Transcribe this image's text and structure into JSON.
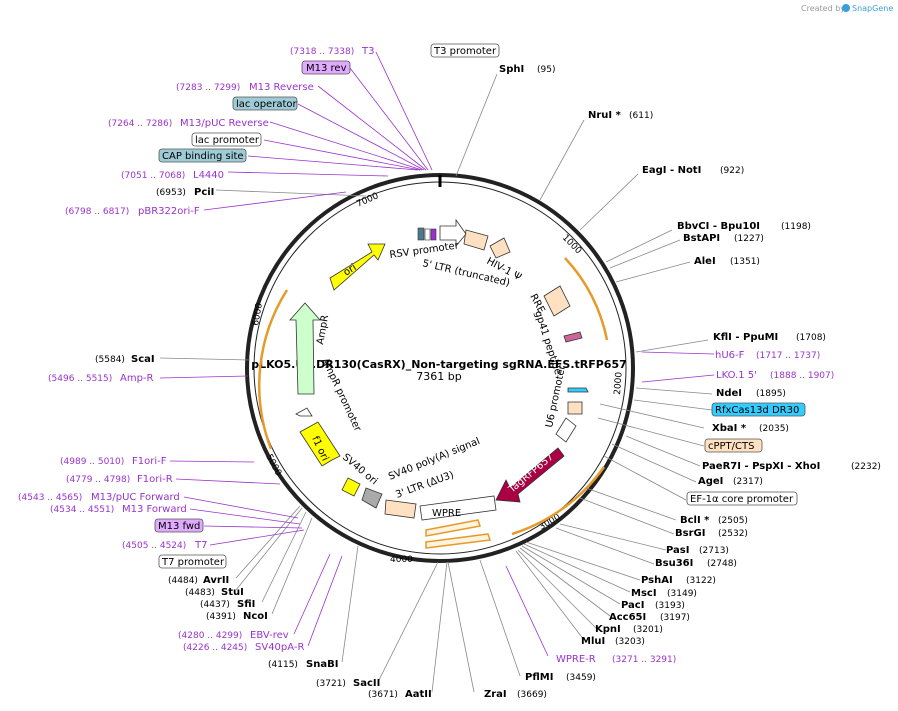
{
  "header": {
    "credit_text": "Created by",
    "brand": "SnapGene"
  },
  "plasmid": {
    "name": "pLKO5.U6.DR130(CasRX)_Non-targeting sgRNA.EFS.tRFP657",
    "length": "7361 bp"
  },
  "ticks": [
    "1000",
    "2000",
    "3000",
    "4000",
    "5000",
    "6000",
    "7000"
  ],
  "enzymes": [
    {
      "name": "SphI",
      "pos": "(95)"
    },
    {
      "name": "NruI *",
      "pos": "(611)"
    },
    {
      "name": "EagI  - NotI",
      "pos": "(922)"
    },
    {
      "name": "BbvCI  - Bpu10I",
      "pos": "(1198)"
    },
    {
      "name": "BstAPI",
      "pos": "(1227)"
    },
    {
      "name": "AleI",
      "pos": "(1351)"
    },
    {
      "name": "KflI  - PpuMI",
      "pos": "(1708)"
    },
    {
      "name": "NdeI",
      "pos": "(1895)"
    },
    {
      "name": "XbaI *",
      "pos": "(2035)"
    },
    {
      "name": "PaeR7I  - PspXI  - XhoI",
      "pos": "(2232)"
    },
    {
      "name": "AgeI",
      "pos": "(2317)"
    },
    {
      "name": "BclI *",
      "pos": "(2505)"
    },
    {
      "name": "BsrGI",
      "pos": "(2532)"
    },
    {
      "name": "PasI",
      "pos": "(2713)"
    },
    {
      "name": "Bsu36I",
      "pos": "(2748)"
    },
    {
      "name": "PshAI",
      "pos": "(3122)"
    },
    {
      "name": "MscI",
      "pos": "(3149)"
    },
    {
      "name": "PacI",
      "pos": "(3193)"
    },
    {
      "name": "Acc65I",
      "pos": "(3197)"
    },
    {
      "name": "KpnI",
      "pos": "(3201)"
    },
    {
      "name": "MluI",
      "pos": "(3203)"
    },
    {
      "name": "PflMI",
      "pos": "(3459)"
    },
    {
      "name": "ZraI",
      "pos": "(3669)"
    },
    {
      "name": "AatII",
      "pos": "(3671)"
    },
    {
      "name": "SacII",
      "pos": "(3721)"
    },
    {
      "name": "SnaBI",
      "pos": "(4115)"
    },
    {
      "name": "NcoI",
      "pos": "(4391)"
    },
    {
      "name": "SfiI",
      "pos": "(4437)"
    },
    {
      "name": "StuI",
      "pos": "(4483)"
    },
    {
      "name": "AvrII",
      "pos": "(4484)"
    },
    {
      "name": "ScaI",
      "pos": "(5584)"
    },
    {
      "name": "PciI",
      "pos": "(6953)"
    }
  ],
  "primers": [
    {
      "name": "T3",
      "pos": "(7318 .. 7338)"
    },
    {
      "name": "M13 Reverse",
      "pos": "(7283 .. 7299)"
    },
    {
      "name": "M13/pUC Reverse",
      "pos": "(7264 .. 7286)"
    },
    {
      "name": "L4440",
      "pos": "(7051 .. 7068)"
    },
    {
      "name": "pBR322ori-F",
      "pos": "(6798 .. 6817)"
    },
    {
      "name": "hU6-F",
      "pos": "(1717 .. 1737)"
    },
    {
      "name": "LKO.1 5'",
      "pos": "(1888 .. 1907)"
    },
    {
      "name": "Amp-R",
      "pos": "(5496 .. 5515)"
    },
    {
      "name": "F1ori-F",
      "pos": "(4989 .. 5010)"
    },
    {
      "name": "F1ori-R",
      "pos": "(4779 .. 4798)"
    },
    {
      "name": "M13/pUC Forward",
      "pos": "(4543 .. 4565)"
    },
    {
      "name": "M13 Forward",
      "pos": "(4534 .. 4551)"
    },
    {
      "name": "T7",
      "pos": "(4505 .. 4524)"
    },
    {
      "name": "EBV-rev",
      "pos": "(4280 .. 4299)"
    },
    {
      "name": "SV40pA-R",
      "pos": "(4226 .. 4245)"
    },
    {
      "name": "WPRE-R",
      "pos": "(3271 .. 3291)"
    }
  ],
  "boxes": [
    {
      "label": "T3 promoter"
    },
    {
      "label": "M13 rev"
    },
    {
      "label": "lac operator"
    },
    {
      "label": "lac promoter"
    },
    {
      "label": "CAP binding site"
    },
    {
      "label": "RfxCas13d DR30"
    },
    {
      "label": "cPPT/CTS"
    },
    {
      "label": "EF-1α core promoter"
    },
    {
      "label": "M13 fwd"
    },
    {
      "label": "T7 promoter"
    }
  ],
  "features": [
    {
      "label": "RSV promoter"
    },
    {
      "label": "5' LTR (truncated)"
    },
    {
      "label": "HIV-1 Ψ"
    },
    {
      "label": "RRE"
    },
    {
      "label": "gp41 peptide"
    },
    {
      "label": "U6 promoter"
    },
    {
      "label": "TagRFP657"
    },
    {
      "label": "WPRE"
    },
    {
      "label": "3' LTR (ΔU3)"
    },
    {
      "label": "SV40 poly(A) signal"
    },
    {
      "label": "SV40 ori"
    },
    {
      "label": "AmpR promoter"
    },
    {
      "label": "f1 ori"
    },
    {
      "label": "AmpR"
    },
    {
      "label": "ori"
    }
  ],
  "colors": {
    "primer": "#9a33cc",
    "ori": "#ffff00",
    "ampr": "#ccffcc",
    "ltr": "#ffe0c0",
    "tagrfp": "#aa0044",
    "cas13": "#33ccff",
    "lac": "#9ecbd6",
    "m13": "#e0aaff"
  }
}
